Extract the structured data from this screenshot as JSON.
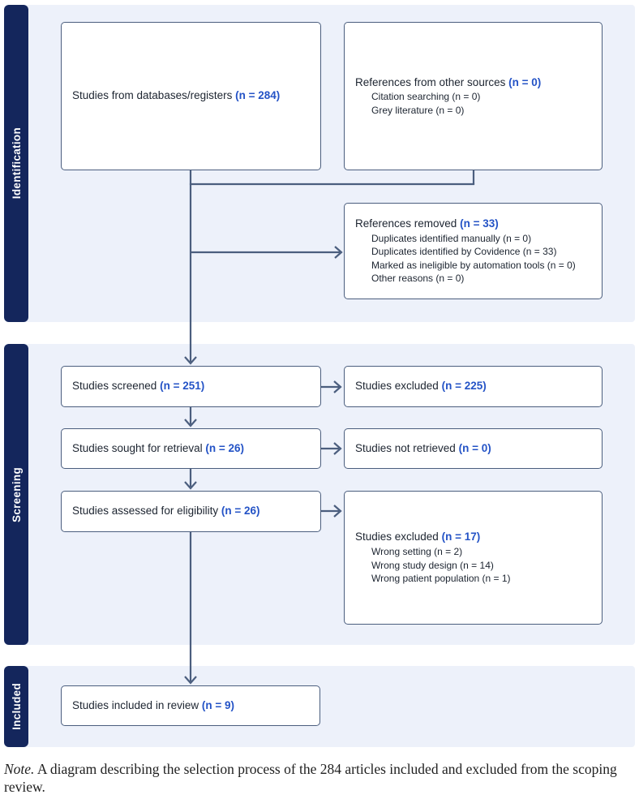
{
  "colors": {
    "sidebar_navy": "#14265c",
    "band_light_blue": "#edf1fa",
    "box_border": "#4b5e7e",
    "arrow": "#4b5e7e",
    "count_blue": "#2453c6",
    "text_dark": "#1c2430"
  },
  "sections": {
    "identification": {
      "label": "Identification"
    },
    "screening": {
      "label": "Screening"
    },
    "included": {
      "label": "Included"
    }
  },
  "boxes": {
    "databases": {
      "text": "Studies from databases/registers",
      "count": "(n = 284)"
    },
    "other_sources": {
      "text": "References from other sources",
      "count": "(n = 0)",
      "items": [
        "Citation searching (n = 0)",
        "Grey literature (n = 0)"
      ]
    },
    "references_removed": {
      "text": "References removed",
      "count": "(n = 33)",
      "items": [
        "Duplicates identified manually (n = 0)",
        "Duplicates identified by Covidence (n = 33)",
        "Marked as ineligible by automation tools (n = 0)",
        "Other reasons (n = 0)"
      ]
    },
    "screened": {
      "text": "Studies screened",
      "count": "(n = 251)"
    },
    "excluded_screening": {
      "text": "Studies excluded",
      "count": "(n = 225)"
    },
    "sought": {
      "text": "Studies sought for retrieval",
      "count": "(n = 26)"
    },
    "not_retrieved": {
      "text": "Studies not retrieved",
      "count": "(n = 0)"
    },
    "assessed": {
      "text": "Studies assessed for eligibility",
      "count": "(n = 26)"
    },
    "excluded_eligibility": {
      "text": "Studies excluded",
      "count": "(n = 17)",
      "items": [
        "Wrong setting (n = 2)",
        "Wrong study design (n = 14)",
        "Wrong patient population (n = 1)"
      ]
    },
    "included_review": {
      "text": "Studies included in review",
      "count": "(n = 9)"
    }
  },
  "note": {
    "label": "Note.",
    "text": "A diagram describing the selection process of the 284 articles included and excluded from the scoping review."
  }
}
